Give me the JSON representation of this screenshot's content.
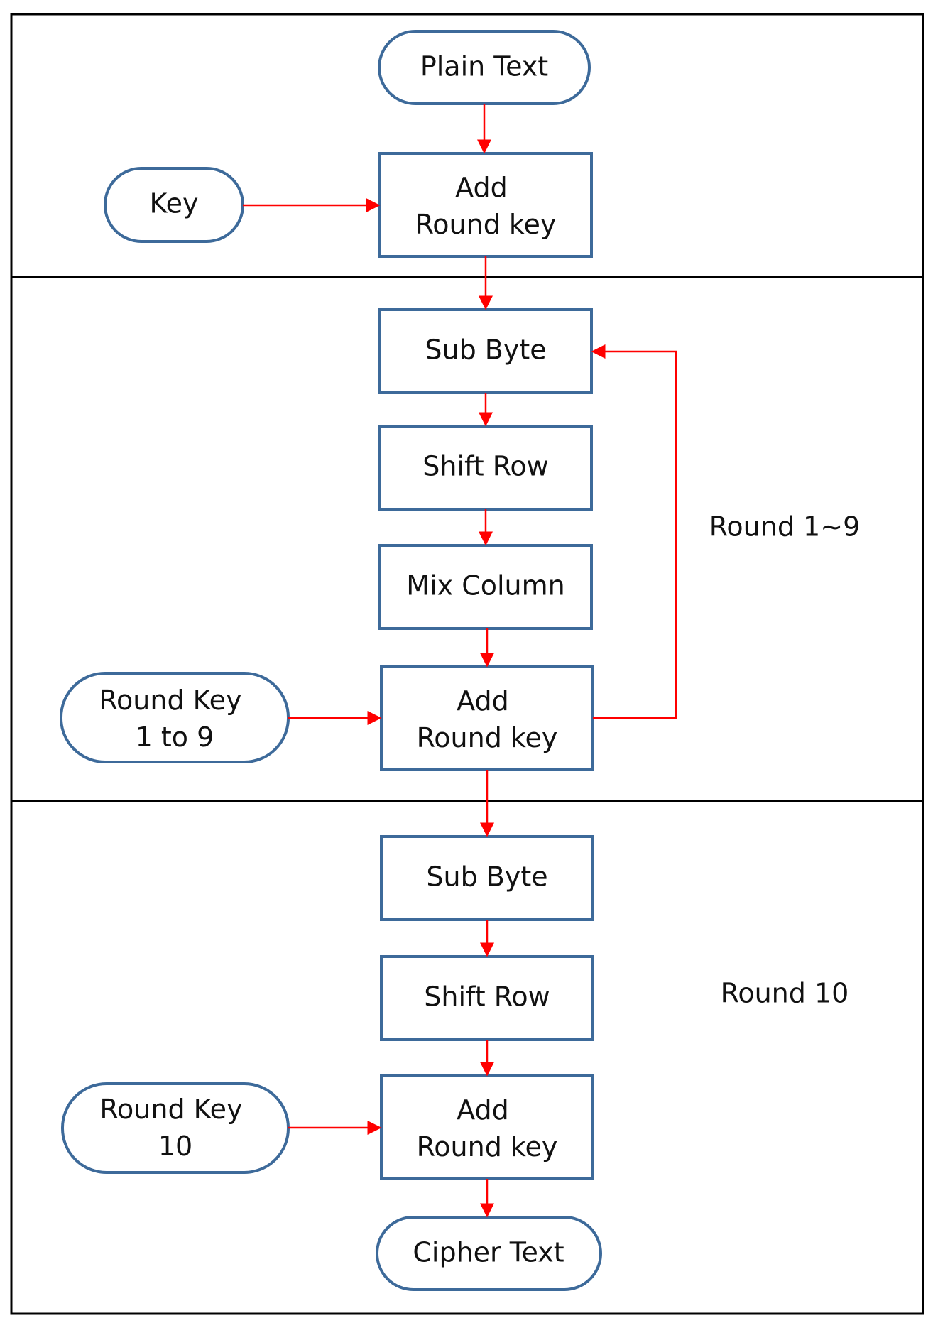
{
  "colors": {
    "node_border": "#3d6a9a",
    "arrow": "#ff0000",
    "frame": "#000000",
    "text": "#111111"
  },
  "section1": {
    "plain_text": "Plain Text",
    "key": "Key",
    "add_round_key": [
      "Add",
      "Round key"
    ]
  },
  "section2": {
    "sub_byte": "Sub Byte",
    "shift_row": "Shift Row",
    "mix_column": "Mix Column",
    "round_key": [
      "Round Key",
      "1 to 9"
    ],
    "add_round_key": [
      "Add",
      "Round key"
    ],
    "label": "Round 1~9"
  },
  "section3": {
    "sub_byte": "Sub Byte",
    "shift_row": "Shift Row",
    "round_key": [
      "Round Key",
      "10"
    ],
    "add_round_key": [
      "Add",
      "Round key"
    ],
    "label": "Round 10",
    "cipher_text": "Cipher Text"
  }
}
